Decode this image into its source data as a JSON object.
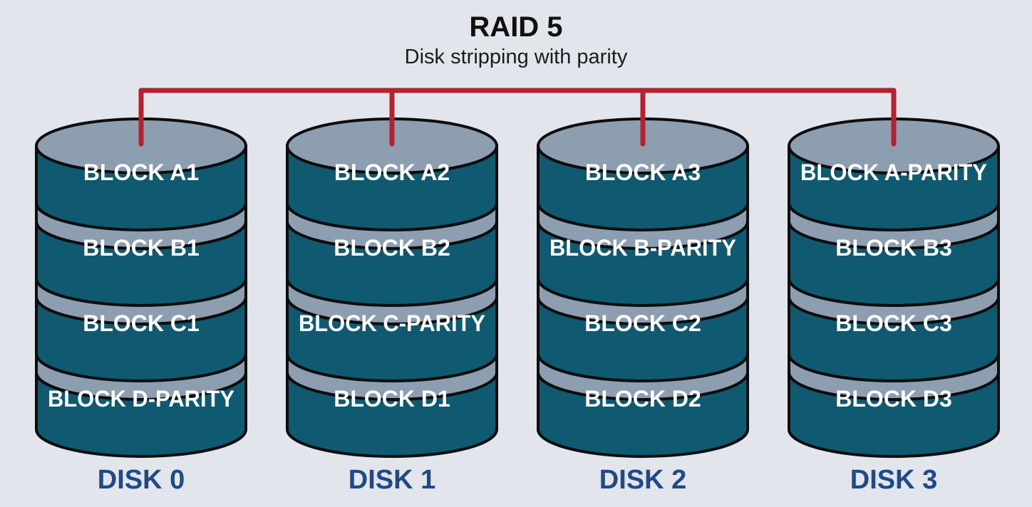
{
  "header": {
    "title": "RAID 5",
    "subtitle": "Disk stripping with parity"
  },
  "colors": {
    "background": "#e2e5ec",
    "platter_side": "#0f5a70",
    "platter_top": "#8c9eb0",
    "connector": "#b3232f",
    "disk_label": "#1f4a86",
    "block_text": "#ffffff"
  },
  "disks": [
    {
      "label": "DISK 0",
      "blocks": [
        "BLOCK A1",
        "BLOCK B1",
        "BLOCK C1",
        "BLOCK D-PARITY"
      ]
    },
    {
      "label": "DISK 1",
      "blocks": [
        "BLOCK A2",
        "BLOCK B2",
        "BLOCK C-PARITY",
        "BLOCK D1"
      ]
    },
    {
      "label": "DISK 2",
      "blocks": [
        "BLOCK A3",
        "BLOCK B-PARITY",
        "BLOCK C2",
        "BLOCK D2"
      ]
    },
    {
      "label": "DISK 3",
      "blocks": [
        "BLOCK A-PARITY",
        "BLOCK B3",
        "BLOCK C3",
        "BLOCK D3"
      ]
    }
  ]
}
